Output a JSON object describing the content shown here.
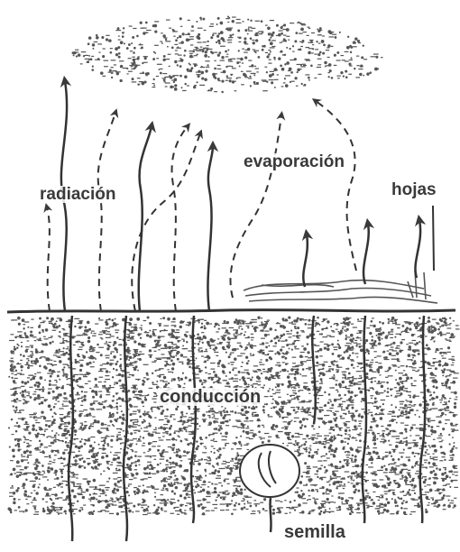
{
  "labels": {
    "radiacion": "radiación",
    "evaporacion": "evaporación",
    "hojas": "hojas",
    "conduccion": "conducción",
    "semilla": "semilla"
  },
  "colors": {
    "ink": "#3a3a3a",
    "background": "#ffffff"
  },
  "icons": [
    "cloud",
    "soil",
    "seed",
    "leaf-litter",
    "arrow"
  ]
}
